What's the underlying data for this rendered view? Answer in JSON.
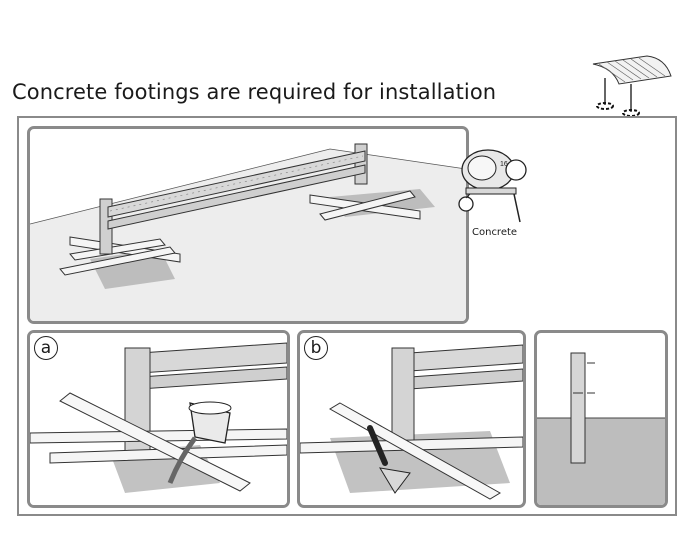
{
  "page": {
    "title": "Concrete footings are required for installation"
  },
  "mixer": {
    "label": "Concrete",
    "badge": "16"
  },
  "steps": {
    "a": "a",
    "b": "b"
  },
  "colors": {
    "frame": "#8a8a8a",
    "ground": "#e9e9e9",
    "concrete": "#bdbdbd",
    "metal": "#c8c8c8"
  },
  "icons": {
    "carport": "carport-icon",
    "mixer": "concrete-mixer-icon",
    "bucket": "bucket-icon",
    "trowel": "trowel-icon"
  }
}
